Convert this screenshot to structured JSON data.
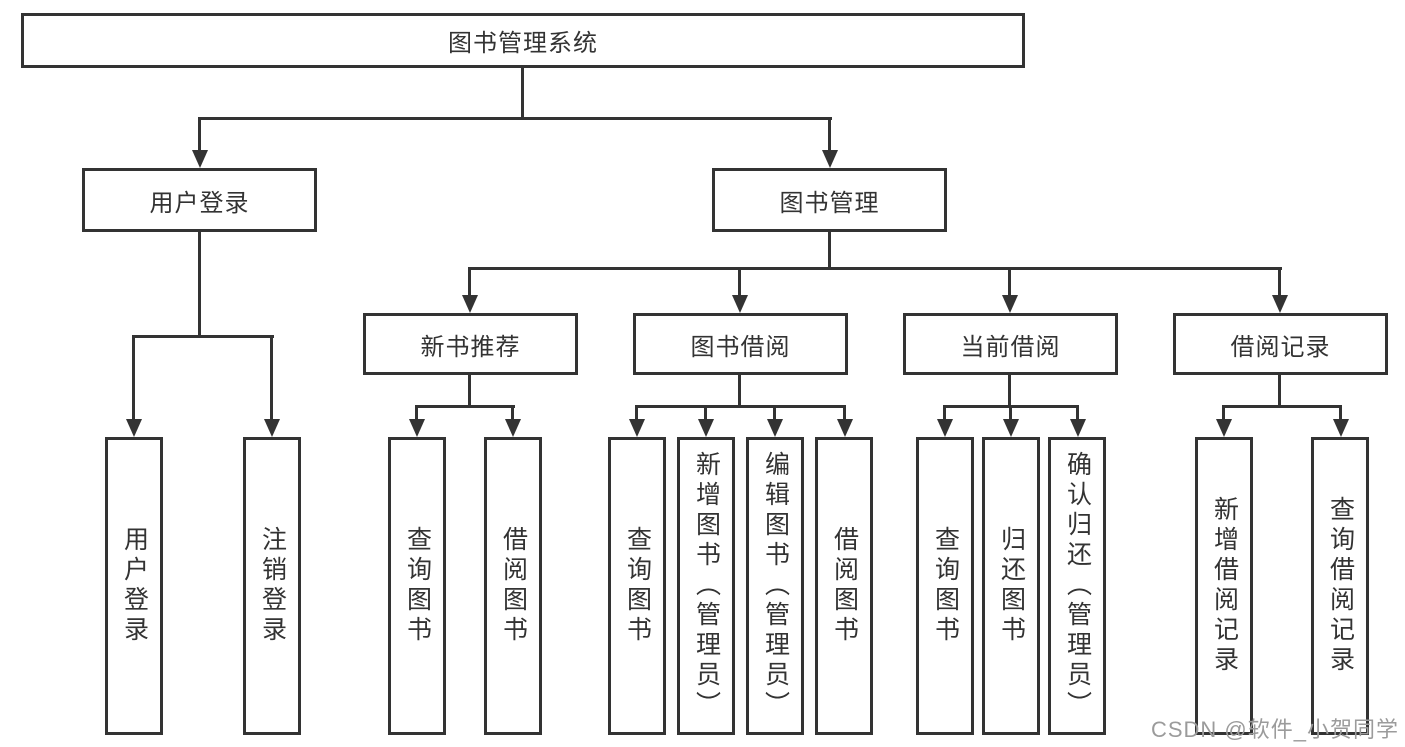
{
  "colors": {
    "line": "#333333",
    "text": "#333333",
    "watermark": "#9b9b9b",
    "background": "#ffffff"
  },
  "root": {
    "label": "图书管理系统"
  },
  "level1": [
    {
      "label": "用户登录"
    },
    {
      "label": "图书管理"
    }
  ],
  "level2": [
    {
      "label": "新书推荐"
    },
    {
      "label": "图书借阅"
    },
    {
      "label": "当前借阅"
    },
    {
      "label": "借阅记录"
    }
  ],
  "leaves": [
    {
      "label": "用户登录"
    },
    {
      "label": "注销登录"
    },
    {
      "label": "查询图书"
    },
    {
      "label": "借阅图书"
    },
    {
      "label": "查询图书"
    },
    {
      "label": "新增图书（管理员）"
    },
    {
      "label": "编辑图书（管理员）"
    },
    {
      "label": "借阅图书"
    },
    {
      "label": "查询图书"
    },
    {
      "label": "归还图书"
    },
    {
      "label": "确认归还（管理员）"
    },
    {
      "label": "新增借阅记录"
    },
    {
      "label": "查询借阅记录"
    }
  ],
  "watermark": {
    "text": "CSDN @软件_小贺同学"
  }
}
